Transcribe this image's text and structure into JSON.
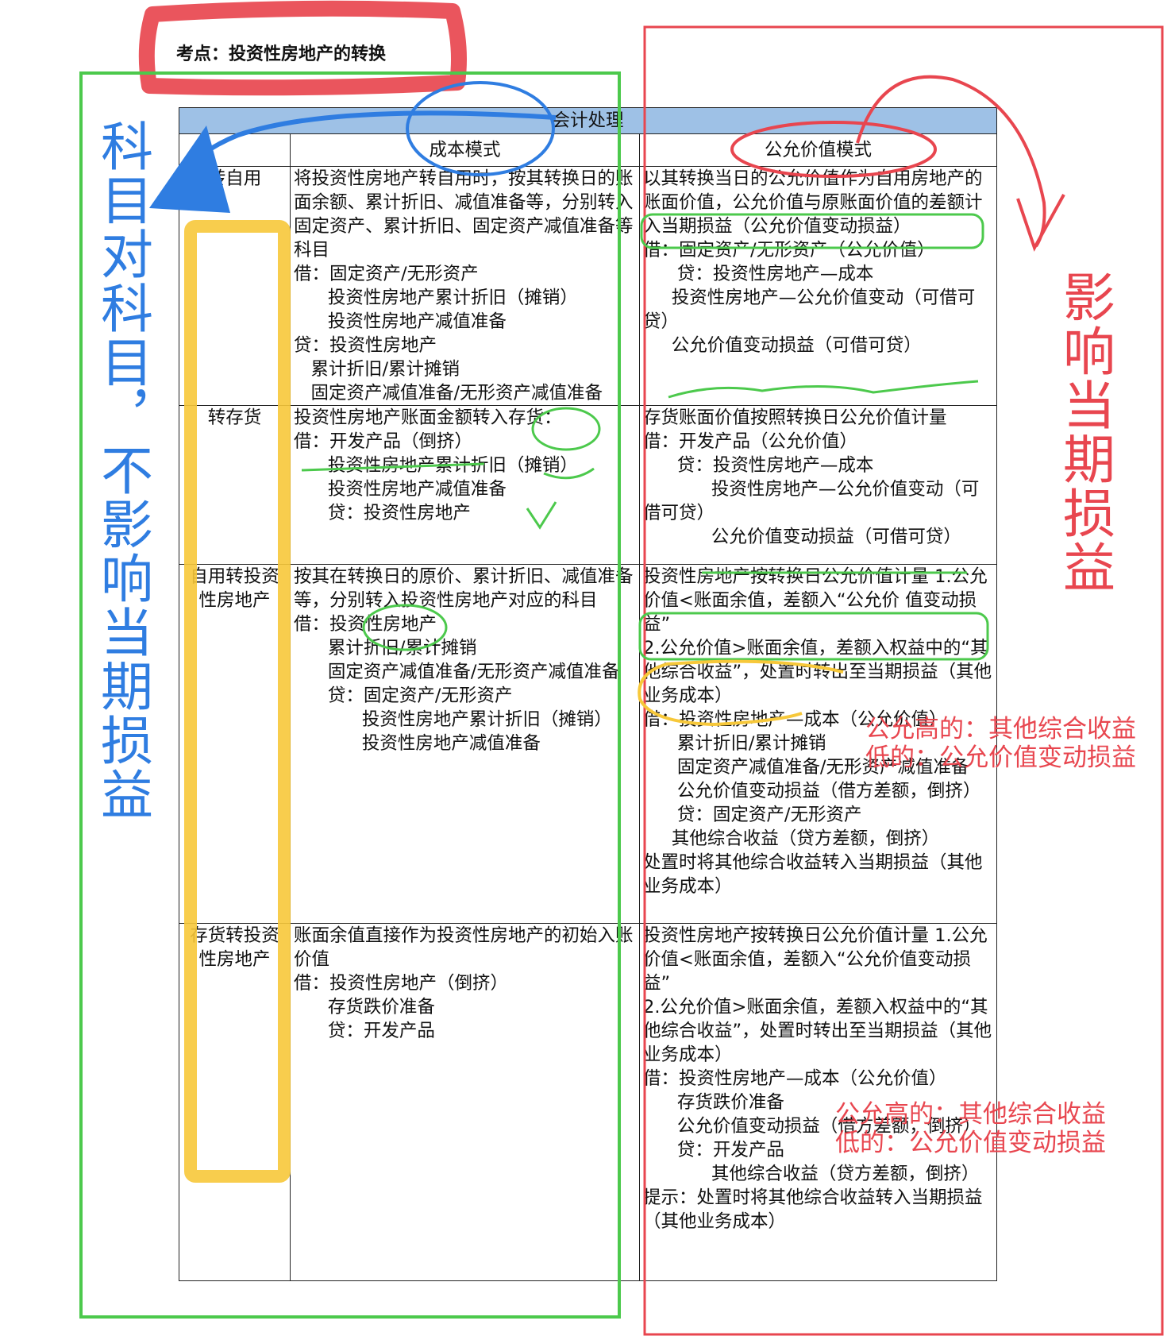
{
  "title": "考点：投资性房地产的转换",
  "header": {
    "top": "会计处理",
    "cost_model": "成本模式",
    "fair_model": "公允价值模式"
  },
  "rows": [
    {
      "label": "转自用",
      "cost": [
        "将投资性房地产转自用时，按其转换日的账面余额、累计折旧、减值准备等，分别转入固定资产、累计折旧、固定资产减值准备等科目",
        "借：固定资产/无形资产",
        "      投资性房地产累计折旧（摊销）",
        "      投资性房地产减值准备",
        "贷：投资性房地产",
        "   累计折旧/累计摊销",
        "   固定资产减值准备/无形资产减值准备"
      ],
      "fair": [
        "以其转换当日的公允价值作为自用房地产的账面价值，公允价值与原账面价值的差额计入当期损益（公允价值变动损益）",
        "借：固定资产/无形资产（公允价值）",
        "      贷：投资性房地产—成本",
        "     投资性房地产—公允价值变动（可借可贷）",
        "     公允价值变动损益（可借可贷）"
      ]
    },
    {
      "label": "转存货",
      "cost": [
        "投资性房地产账面金额转入存货：",
        "借：开发产品（倒挤）",
        "      投资性房地产累计折旧（摊销）",
        "      投资性房地产减值准备",
        "      贷：投资性房地产"
      ],
      "fair": [
        "存货账面价值按照转换日公允价值计量",
        "借：开发产品（公允价值）",
        "      贷：投资性房地产—成本",
        "            投资性房地产—公允价值变动（可借可贷）",
        "            公允价值变动损益（可借可贷）"
      ]
    },
    {
      "label": "自用转投资性房地产",
      "cost": [
        "按其在转换日的原价、累计折旧、减值准备等，分别转入投资性房地产对应的科目",
        "借：投资性房地产",
        "      累计折旧/累计摊销",
        "      固定资产减值准备/无形资产减值准备",
        "      贷：固定资产/无形资产",
        "            投资性房地产累计折旧（摊销）",
        "            投资性房地产减值准备"
      ],
      "fair": [
        "投资性房地产按转换日公允价值计量 1.公允价值<账面余值，差额入“公允价 值变动损益”",
        "2.公允价值>账面余值，差额入权益中的“其他综合收益”，处置时转出至当期损益（其他业务成本）",
        "借：投资性房地产—成本（公允价值）",
        "      累计折旧/累计摊销",
        "      固定资产减值准备/无形资产减值准备",
        "      公允价值变动损益（借方差额，倒挤）",
        "      贷：固定资产/无形资产",
        "     其他综合收益（贷方差额，倒挤）",
        "处置时将其他综合收益转入当期损益（其他业务成本）"
      ]
    },
    {
      "label": "存货转投资性房地产",
      "cost": [
        "账面余值直接作为投资性房地产的初始入账价值",
        "借：投资性房地产（倒挤）",
        "      存货跌价准备",
        "      贷：开发产品"
      ],
      "fair": [
        "投资性房地产按转换日公允价值计量 1.公允价值<账面余值，差额入“公允价值变动损益”",
        "2.公允价值>账面余值，差额入权益中的“其他综合收益”，处置时转出至当期损益（其他业务成本）",
        "借：投资性房地产—成本（公允价值）",
        "      存货跌价准备",
        "      公允价值变动损益（借方差额，倒挤）",
        "      贷：开发产品",
        "            其他综合收益（贷方差额，倒挤）",
        "提示：处置时将其他综合收益转入当期损益（其他业务成本）"
      ]
    }
  ],
  "annotations": {
    "left_blue": "科目对科目，不影响当期损益",
    "right_red": "影响当期损益",
    "note1": [
      "公允高的：其他综合收益",
      "低的：公允价值变动损益"
    ],
    "note2": [
      "公允高的：其他综合收益",
      "低的：公允价值变动损益"
    ]
  },
  "colors": {
    "red": "#e8464f",
    "blue": "#2f7de1",
    "green": "#4cc94c",
    "yellow": "#f7c83a",
    "header_bg": "#9ec1e6"
  }
}
